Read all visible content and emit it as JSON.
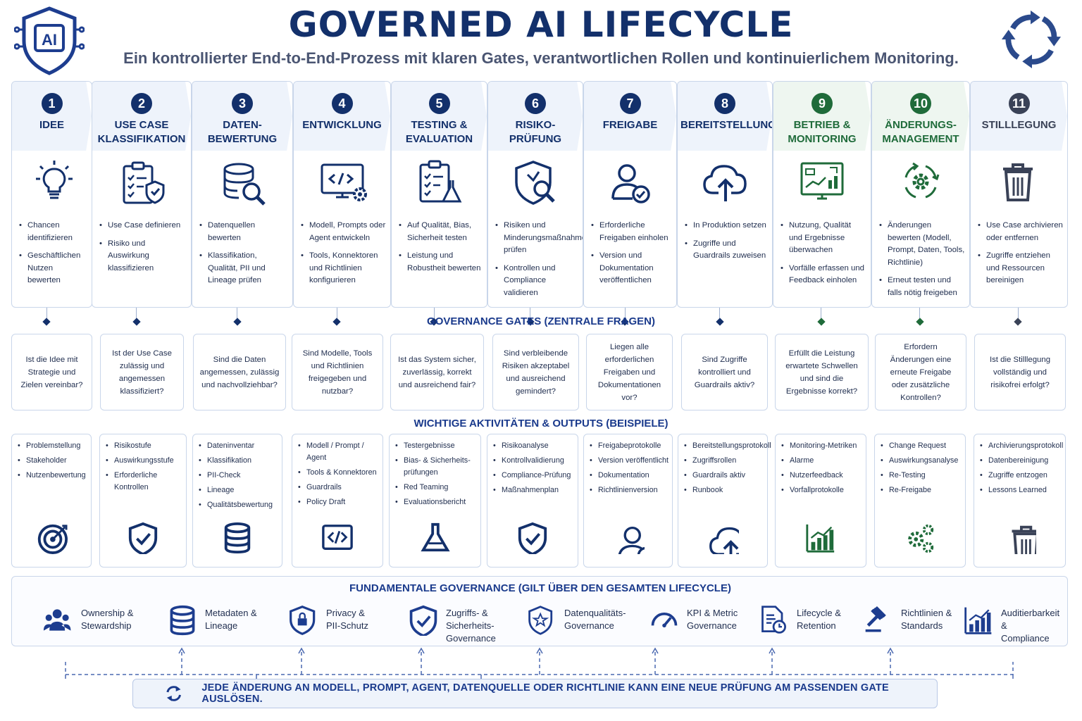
{
  "title": "GOVERNED AI LIFECYCLE",
  "subtitle": "Ein kontrollierter End-to-End-Prozess mit klaren Gates, verantwortlichen Rollen und kontinuierlichem Monitoring.",
  "logo_text": "AI",
  "colors": {
    "navy": "#13306b",
    "blue": "#1d3d8f",
    "green": "#1f6b3a",
    "grey": "#3a4257"
  },
  "stages": [
    {
      "num": "1",
      "title": [
        "IDEE"
      ],
      "icon": "lightbulb-icon",
      "bullets": [
        "Chancen identifizieren",
        "Geschäftlichen Nutzen bewerten"
      ]
    },
    {
      "num": "2",
      "title": [
        "USE CASE",
        "KLASSIFIKATION"
      ],
      "icon": "clipboard-shield-icon",
      "bullets": [
        "Use Case definieren",
        "Risiko und Auswirkung klassifizieren"
      ]
    },
    {
      "num": "3",
      "title": [
        "DATEN-",
        "BEWERTUNG"
      ],
      "icon": "database-search-icon",
      "bullets": [
        "Datenquellen bewerten",
        "Klassifikation, Qualität, PII und Lineage prüfen"
      ]
    },
    {
      "num": "4",
      "title": [
        "ENTWICKLUNG"
      ],
      "icon": "code-monitor-icon",
      "bullets": [
        "Modell, Prompts oder Agent entwickeln",
        "Tools, Konnektoren und Richtlinien konfigurieren"
      ]
    },
    {
      "num": "5",
      "title": [
        "TESTING &",
        "EVALUATION"
      ],
      "icon": "checklist-flask-icon",
      "bullets": [
        "Auf Qualität, Bias, Sicherheit testen",
        "Leistung und Robustheit bewerten"
      ]
    },
    {
      "num": "6",
      "title": [
        "RISIKO-",
        "PRÜFUNG"
      ],
      "icon": "shield-search-icon",
      "bullets": [
        "Risiken und Minderungsmaßnahmen prüfen",
        "Kontrollen und Compliance validieren"
      ]
    },
    {
      "num": "7",
      "title": [
        "FREIGABE"
      ],
      "icon": "user-check-icon",
      "bullets": [
        "Erforderliche Freigaben einholen",
        "Version und Dokumentation veröffentlichen"
      ]
    },
    {
      "num": "8",
      "title": [
        "BEREITSTELLUNG"
      ],
      "icon": "cloud-upload-icon",
      "bullets": [
        "In Produktion setzen",
        "Zugriffe und Guardrails zuweisen"
      ]
    },
    {
      "num": "9",
      "title": [
        "BETRIEB &",
        "MONITORING"
      ],
      "icon": "dashboard-monitor-icon",
      "bullets": [
        "Nutzung, Qualität und Ergebnisse überwachen",
        "Vorfälle erfassen und Feedback einholen"
      ]
    },
    {
      "num": "10",
      "title": [
        "ÄNDERUNGS-",
        "MANAGEMENT"
      ],
      "icon": "gear-cycle-icon",
      "bullets": [
        "Änderungen bewerten (Modell, Prompt, Daten, Tools, Richtlinie)",
        "Erneut testen und falls nötig freigeben"
      ]
    },
    {
      "num": "11",
      "title": [
        "STILLLEGUNG"
      ],
      "icon": "trash-icon",
      "bullets": [
        "Use Case archivieren oder entfernen",
        "Zugriffe entziehen und Ressourcen bereinigen"
      ]
    }
  ],
  "gates_heading": "GOVERNANCE GATES (ZENTRALE FRAGEN)",
  "gates": [
    "Ist die Idee mit Strategie und Zielen vereinbar?",
    "Ist der Use Case zulässig und angemessen klassifiziert?",
    "Sind die Daten angemessen, zulässig und nachvollziehbar?",
    "Sind Modelle, Tools und Richtlinien freigegeben und nutzbar?",
    "Ist das System sicher, zuverlässig, korrekt und ausreichend fair?",
    "Sind verbleibende Risiken akzeptabel und ausreichend gemindert?",
    "Liegen alle erforderlichen Freigaben und Dokumentationen vor?",
    "Sind Zugriffe kontrolliert und Guardrails aktiv?",
    "Erfüllt die Leistung erwartete Schwellen und sind die Ergebnisse korrekt?",
    "Erfordern Änderungen eine erneute Freigabe oder zusätzliche Kontrollen?",
    "Ist die Stilllegung vollständig und risikofrei erfolgt?"
  ],
  "activities_heading": "WICHTIGE AKTIVITÄTEN & OUTPUTS (BEISPIELE)",
  "activities": [
    {
      "items": [
        "Problemstellung",
        "Stakeholder",
        "Nutzenbewertung"
      ],
      "icon": "target-icon"
    },
    {
      "items": [
        "Risikostufe",
        "Auswirkungsstufe",
        "Erforderliche Kontrollen"
      ],
      "icon": "shield-check-icon"
    },
    {
      "items": [
        "Dateninventar",
        "Klassifikation",
        "PII-Check",
        "Lineage",
        "Qualitätsbewertung"
      ],
      "icon": "database-icon"
    },
    {
      "items": [
        "Modell / Prompt / Agent",
        "Tools & Konnektoren",
        "Guardrails",
        "Policy Draft"
      ],
      "icon": "code-window-icon"
    },
    {
      "items": [
        "Testergebnisse",
        "Bias- & Sicherheits-prüfungen",
        "Red Teaming",
        "Evaluationsbericht"
      ],
      "icon": "flask-icon"
    },
    {
      "items": [
        "Risikoanalyse",
        "Kontrollvalidierung",
        "Compliance-Prüfung",
        "Maßnahmenplan"
      ],
      "icon": "shield-check-icon"
    },
    {
      "items": [
        "Freigabeprotokolle",
        "Version veröffentlicht",
        "Dokumentation",
        "Richtlinienversion"
      ],
      "icon": "user-check-icon"
    },
    {
      "items": [
        "Bereitstellungsprotokoll",
        "Zugriffsrollen",
        "Guardrails aktiv",
        "Runbook"
      ],
      "icon": "cloud-upload-icon"
    },
    {
      "items": [
        "Monitoring-Metriken",
        "Alarme",
        "Nutzerfeedback",
        "Vorfallprotokolle"
      ],
      "icon": "bar-chart-icon"
    },
    {
      "items": [
        "Change Request",
        "Auswirkungsanalyse",
        "Re-Testing",
        "Re-Freigabe"
      ],
      "icon": "gears-icon"
    },
    {
      "items": [
        "Archivierungsprotokoll",
        "Datenbereinigung",
        "Zugriffe entzogen",
        "Lessons Learned"
      ],
      "icon": "trash-icon"
    }
  ],
  "fundamental_heading": "FUNDAMENTALE GOVERNANCE (GILT ÜBER DEN GESAMTEN LIFECYCLE)",
  "fundamentals": [
    {
      "label": "Ownership &\nStewardship",
      "icon": "people-icon"
    },
    {
      "label": "Metadaten &\nLineage",
      "icon": "database-icon"
    },
    {
      "label": "Privacy &\nPII-Schutz",
      "icon": "lock-shield-icon"
    },
    {
      "label": "Zugriffs- &\nSicherheits-\nGovernance",
      "icon": "shield-check-icon"
    },
    {
      "label": "Datenqualitäts-\nGovernance",
      "icon": "star-badge-icon"
    },
    {
      "label": "KPI & Metric\nGovernance",
      "icon": "gauge-icon"
    },
    {
      "label": "Lifecycle &\nRetention",
      "icon": "document-clock-icon"
    },
    {
      "label": "Richtlinien &\nStandards",
      "icon": "gavel-icon"
    },
    {
      "label": "Auditierbarkeit &\nCompliance",
      "icon": "bar-chart-icon"
    }
  ],
  "banner": "JEDE ÄNDERUNG AN MODELL, PROMPT, AGENT, DATENQUELLE ODER RICHTLINIE KANN EINE NEUE PRÜFUNG AM PASSENDEN GATE AUSLÖSEN."
}
